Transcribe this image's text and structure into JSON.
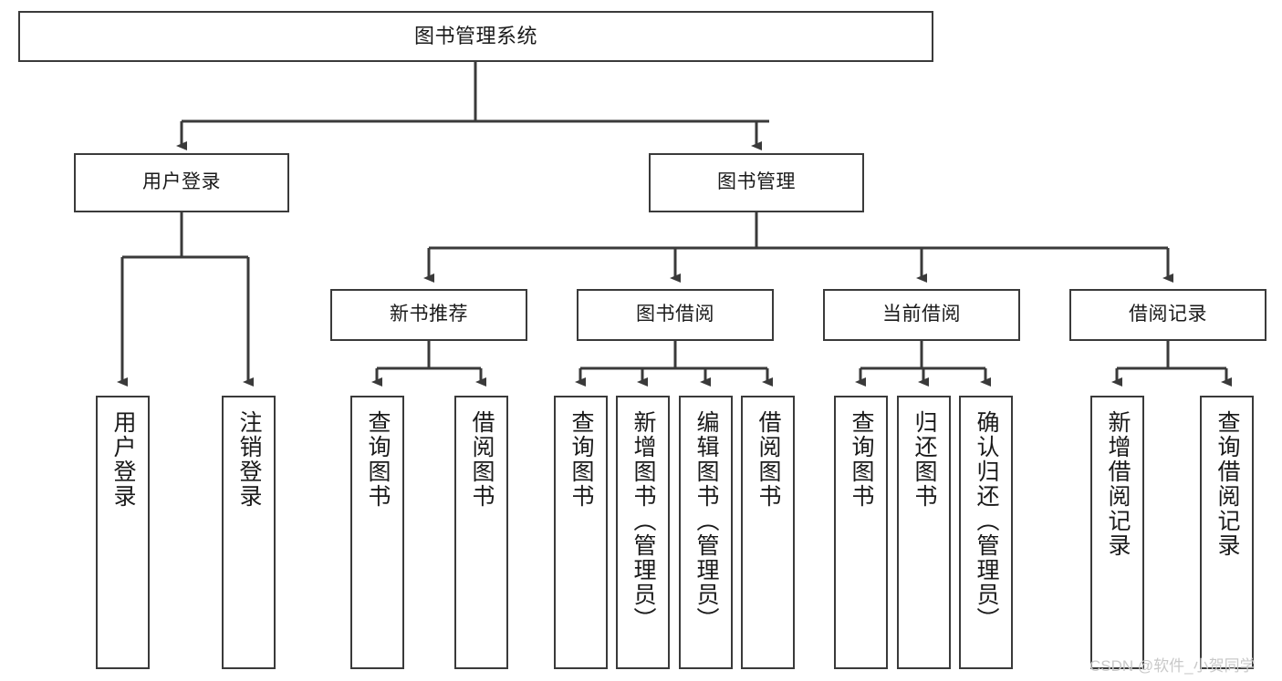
{
  "diagram": {
    "title": "图书管理系统",
    "watermark": "CSDN @软件_小贺同学",
    "colors": {
      "border": "#3a3a3a",
      "text": "#1a1a1a",
      "background": "#ffffff",
      "edge": "#3a3a3a",
      "watermark": "#c9c9c9"
    },
    "nodes": {
      "root": {
        "label": "图书管理系统"
      },
      "level2": [
        {
          "label": "用户登录"
        },
        {
          "label": "图书管理"
        }
      ],
      "level3": [
        {
          "label": "新书推荐"
        },
        {
          "label": "图书借阅"
        },
        {
          "label": "当前借阅"
        },
        {
          "label": "借阅记录"
        }
      ],
      "leaves": {
        "user_login": [
          {
            "label": "用户登录"
          },
          {
            "label": "注销登录"
          }
        ],
        "new_book_recommend": [
          {
            "label": "查询图书"
          },
          {
            "label": "借阅图书"
          }
        ],
        "book_borrow": [
          {
            "label": "查询图书"
          },
          {
            "label": "新增图书（管理员）"
          },
          {
            "label": "编辑图书（管理员）"
          },
          {
            "label": "借阅图书"
          }
        ],
        "current_borrow": [
          {
            "label": "查询图书"
          },
          {
            "label": "归还图书"
          },
          {
            "label": "确认归还（管理员）"
          }
        ],
        "borrow_record": [
          {
            "label": "新增借阅记录"
          },
          {
            "label": "查询借阅记录"
          }
        ]
      }
    }
  }
}
